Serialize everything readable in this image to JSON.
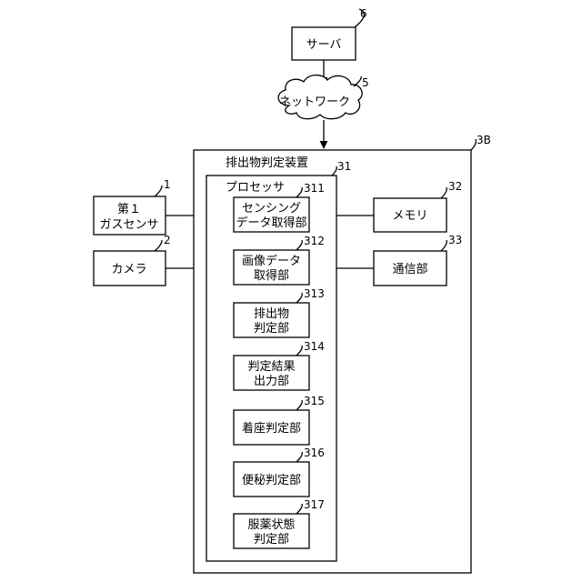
{
  "server": {
    "label": "サーバ",
    "ref": "6"
  },
  "network": {
    "label": "ネットワーク",
    "ref": "5"
  },
  "device": {
    "title": "排出物判定装置",
    "ref": "3B"
  },
  "processor": {
    "title": "プロセッサ",
    "ref": "31"
  },
  "left_modules": [
    {
      "lines": [
        "第１",
        "ガスセンサ"
      ],
      "ref": "1"
    },
    {
      "lines": [
        "カメラ"
      ],
      "ref": "2"
    }
  ],
  "right_modules": [
    {
      "lines": [
        "メモリ"
      ],
      "ref": "32"
    },
    {
      "lines": [
        "通信部"
      ],
      "ref": "33"
    }
  ],
  "processor_units": [
    {
      "lines": [
        "センシング",
        "データ取得部"
      ],
      "ref": "311"
    },
    {
      "lines": [
        "画像データ",
        "取得部"
      ],
      "ref": "312"
    },
    {
      "lines": [
        "排出物",
        "判定部"
      ],
      "ref": "313"
    },
    {
      "lines": [
        "判定結果",
        "出力部"
      ],
      "ref": "314"
    },
    {
      "lines": [
        "着座判定部"
      ],
      "ref": "315"
    },
    {
      "lines": [
        "便秘判定部"
      ],
      "ref": "316"
    },
    {
      "lines": [
        "服薬状態",
        "判定部"
      ],
      "ref": "317"
    }
  ]
}
